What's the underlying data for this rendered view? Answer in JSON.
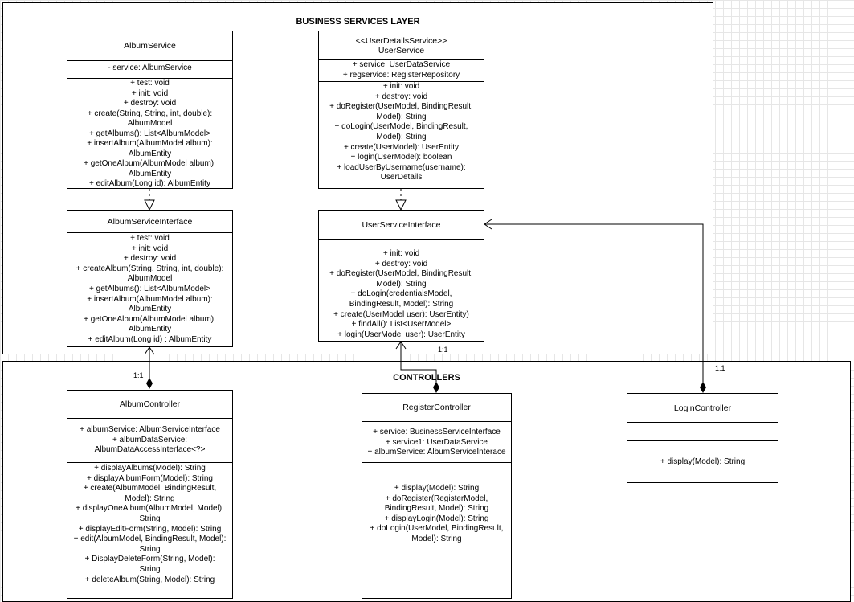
{
  "packages": {
    "business": "BUSINESS SERVICES LAYER",
    "controllers": "CONTROLLERS"
  },
  "classes": {
    "album_service": {
      "name": "AlbumService",
      "attributes": [
        "- service: AlbumService"
      ],
      "methods": [
        "+ test: void",
        "+ init: void",
        "+ destroy: void",
        "+ create(String, String, int, double):",
        "AlbumModel",
        "+ getAlbums(): List<AlbumModel>",
        "+ insertAlbum(AlbumModel album):",
        "AlbumEntity",
        "+ getOneAlbum(AlbumModel album):",
        "AlbumEntity",
        "+ editAlbum(Long id): AlbumEntity"
      ]
    },
    "user_service": {
      "stereotype": "<<UserDetailsService>>",
      "name": "UserService",
      "attributes": [
        "+ service: UserDataService",
        "+ regservice: RegisterRepository"
      ],
      "methods": [
        "+ init: void",
        "+ destroy: void",
        "+ doRegister(UserModel, BindingResult,",
        "Model): String",
        "+ doLogin(UserModel, BindingResult,",
        "Model): String",
        "+ create(UserModel): UserEntity",
        "+ login(UserModel): boolean",
        "+ loadUserByUsername(username):",
        "UserDetails"
      ]
    },
    "album_service_interface": {
      "name": "AlbumServiceInterface",
      "methods": [
        "+ test: void",
        "+ init: void",
        "+ destroy: void",
        "+ createAlbum(String, String, int, double):",
        "AlbumModel",
        "+ getAlbums(): List<AlbumModel>",
        "+ insertAlbum(AlbumModel album):",
        "AlbumEntity",
        "+ getOneAlbum(AlbumModel album):",
        "AlbumEntity",
        "+ editAlbum(Long id) : AlbumEntity"
      ]
    },
    "user_service_interface": {
      "name": "UserServiceInterface",
      "attributes": [],
      "methods": [
        "+ init: void",
        "+ destroy: void",
        "+ doRegister(UserModel, BindingResult,",
        "Model): String",
        "+ doLogin(credentialsModel,",
        "BindingResult, Model): String",
        "+ create(UserModel user): UserEntity)",
        "+ findAll(): List<UserModel>",
        "+ login(UserModel user): UserEntity"
      ]
    },
    "album_controller": {
      "name": "AlbumController",
      "attributes": [
        "+ albumService: AlbumServiceInterface",
        "+ albumDataService:",
        "AlbumDataAccessInterface<?>"
      ],
      "methods": [
        "+ displayAlbums(Model): String",
        "+ displayAlbumForm(Model): String",
        "+ create(AlbumModel, BindingResult,",
        "Model): String",
        "+ displayOneAlbum(AlbumModel, Model):",
        "String",
        "+ displayEditForm(String, Model): String",
        "+ edit(AlbumModel, BindingResult, Model):",
        "String",
        "+ DisplayDeleteForm(String, Model):",
        "String",
        "+ deleteAlbum(String, Model): String"
      ]
    },
    "register_controller": {
      "name": "RegisterController",
      "attributes": [
        "+ service: BusinessServiceInterface",
        "+ service1: UserDataService",
        "+ albumService: AlbumServiceInterace"
      ],
      "methods": [
        "+ display(Model): String",
        "+ doRegister(RegisterModel,",
        "BindingResult, Model): String",
        "+ displayLogin(Model): String",
        "+ doLogin(UserModel, BindingResult,",
        "Model): String"
      ]
    },
    "login_controller": {
      "name": "LoginController",
      "attributes": [],
      "methods": [
        "+ display(Model): String"
      ]
    }
  },
  "multiplicities": {
    "album": "1:1",
    "register": "1:1",
    "login": "1:1"
  }
}
